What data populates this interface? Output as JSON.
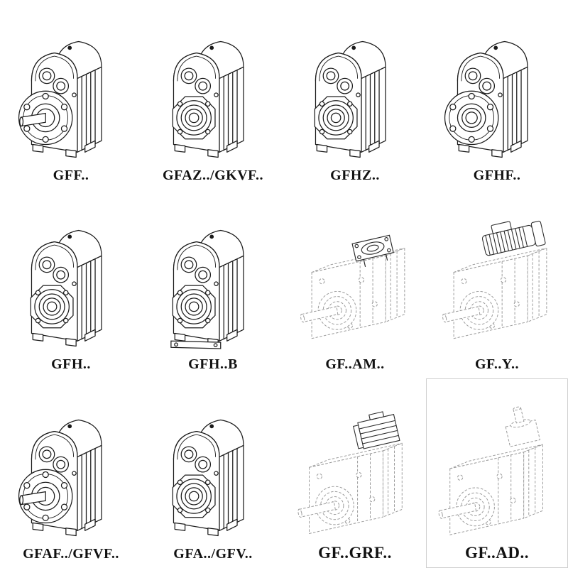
{
  "colors": {
    "solid_line": "#1b1b1b",
    "dashed_line": "#9b9b9b",
    "attachment_line": "#2a2a2a",
    "background": "#ffffff",
    "label_text": "#111111"
  },
  "cells": [
    {
      "label": "GFF..",
      "drawing": "gearbox-output-flange-shaft"
    },
    {
      "label": "GFAZ../GKVF..",
      "drawing": "gearbox-hollow-shaft"
    },
    {
      "label": "GFHZ..",
      "drawing": "gearbox-hollow-shaft"
    },
    {
      "label": "GFHF..",
      "drawing": "gearbox-flange-hollow-shaft"
    },
    {
      "label": "GFH..",
      "drawing": "gearbox-hollow-shaft"
    },
    {
      "label": "GFH..B",
      "drawing": "gearbox-hollow-shaft-foot"
    },
    {
      "label": "GF..AM..",
      "drawing": "gearbox-iso-motor-flange-adapter"
    },
    {
      "label": "GF..Y..",
      "drawing": "gearbox-iso-with-motor"
    },
    {
      "label": "GFAF../GFVF..",
      "drawing": "gearbox-output-flange-shaft"
    },
    {
      "label": "GFA../GFV..",
      "drawing": "gearbox-hollow-shaft"
    },
    {
      "label": "GF..GRF..",
      "drawing": "gearbox-iso-gear-adapter"
    },
    {
      "label": "GF..AD..",
      "drawing": "gearbox-iso-input-shaft-adapter"
    }
  ]
}
